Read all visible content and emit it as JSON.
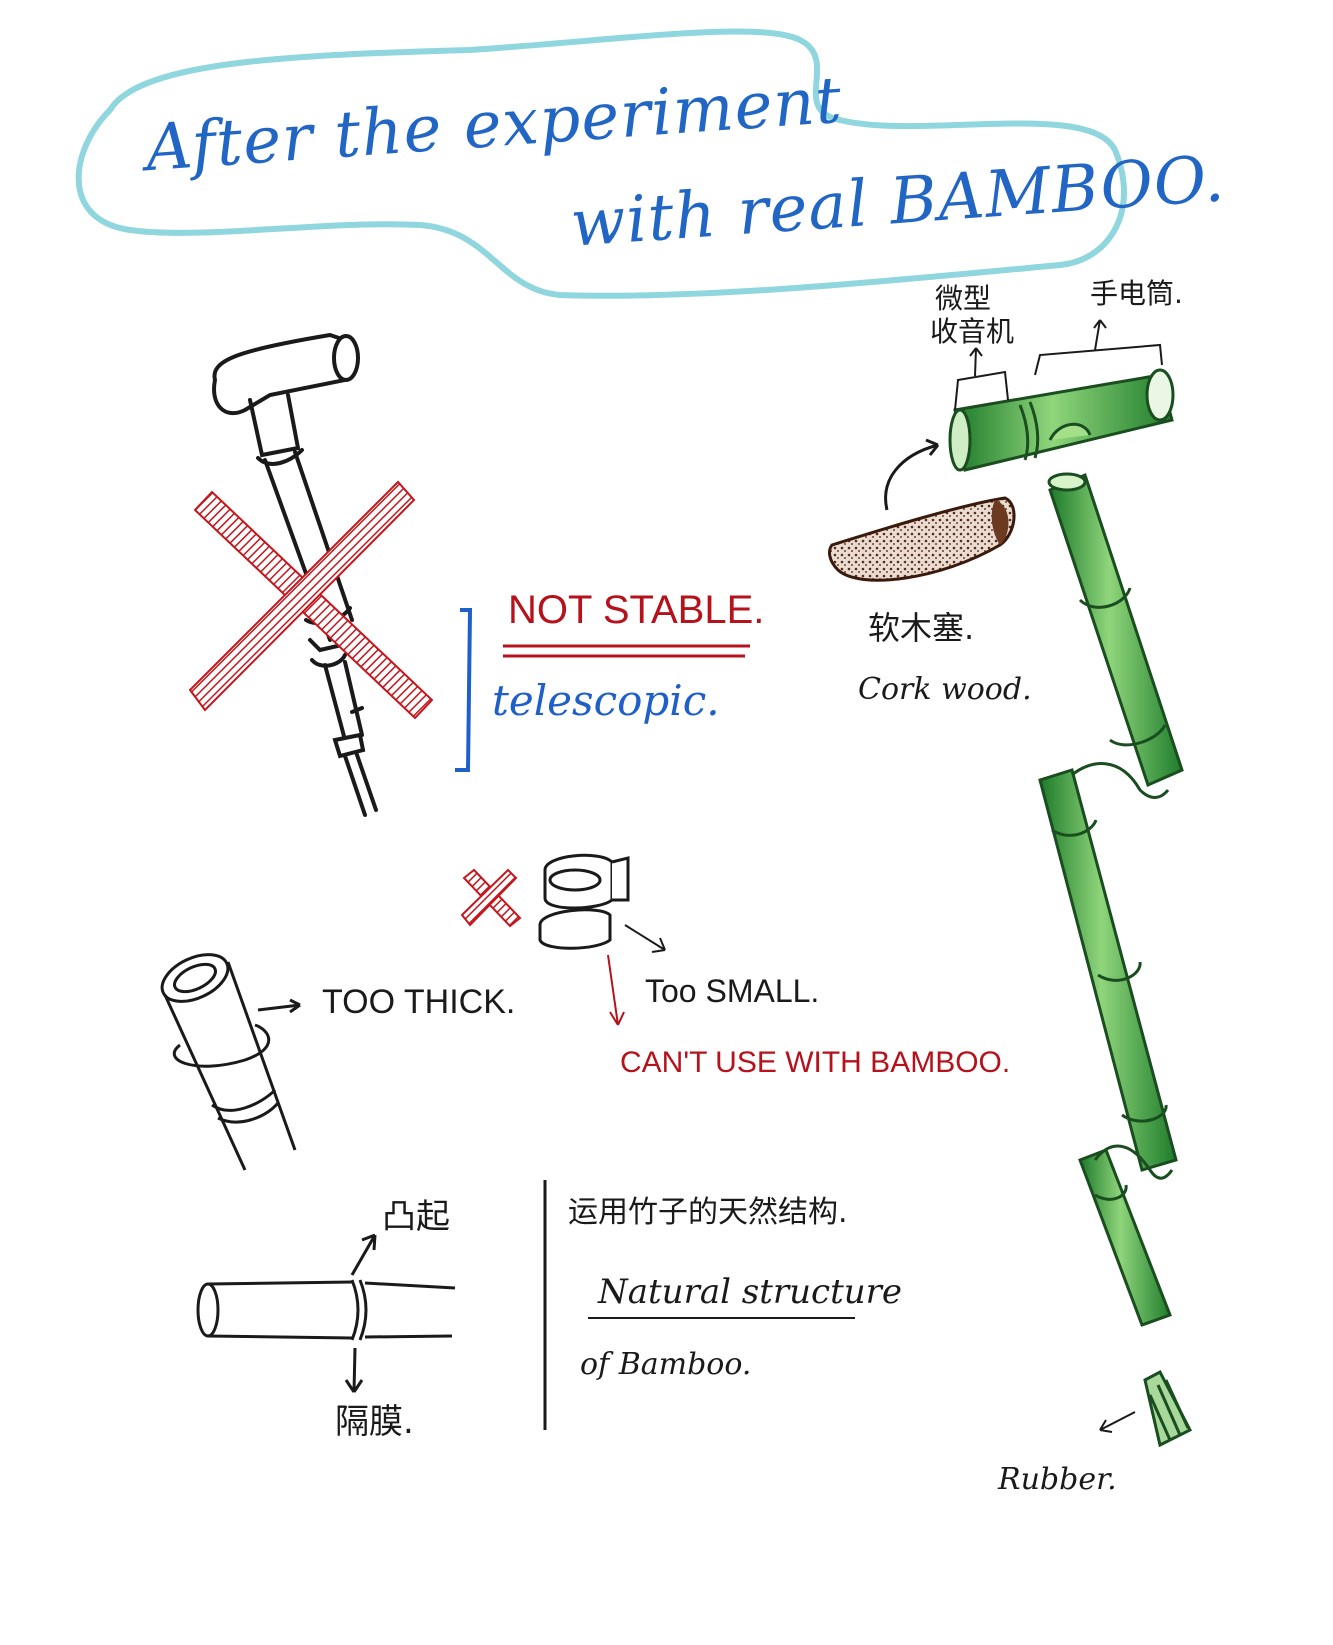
{
  "title": {
    "line1": "After the experiment",
    "line2": "with real BAMBOO."
  },
  "telescopic_section": {
    "not_stable": "NOT STABLE.",
    "telescopic": "telescopic."
  },
  "clip_section": {
    "too_small": "Too SMALL.",
    "cant_use": "CAN'T USE WITH BAMBOO."
  },
  "thick_section": {
    "too_thick": "TOO THICK."
  },
  "node_section": {
    "bump_cn": "凸起",
    "diaphragm_cn": "隔膜."
  },
  "natural_section": {
    "cn": "运用竹子的天然结构.",
    "en_line1": "Natural structure",
    "en_line2": "of Bamboo."
  },
  "right_section": {
    "radio_cn_1": "微型",
    "radio_cn_2": "收音机",
    "flashlight_cn": "手电筒.",
    "cork_cn": "软木塞.",
    "cork_en": "Cork wood.",
    "rubber": "Rubber."
  },
  "colors": {
    "title_ink": "#2166c4",
    "title_cloud": "#8fd6de",
    "red_ink": "#b5121b",
    "bamboo_green": "#2f9a3a",
    "cork": "#6b3a20"
  }
}
